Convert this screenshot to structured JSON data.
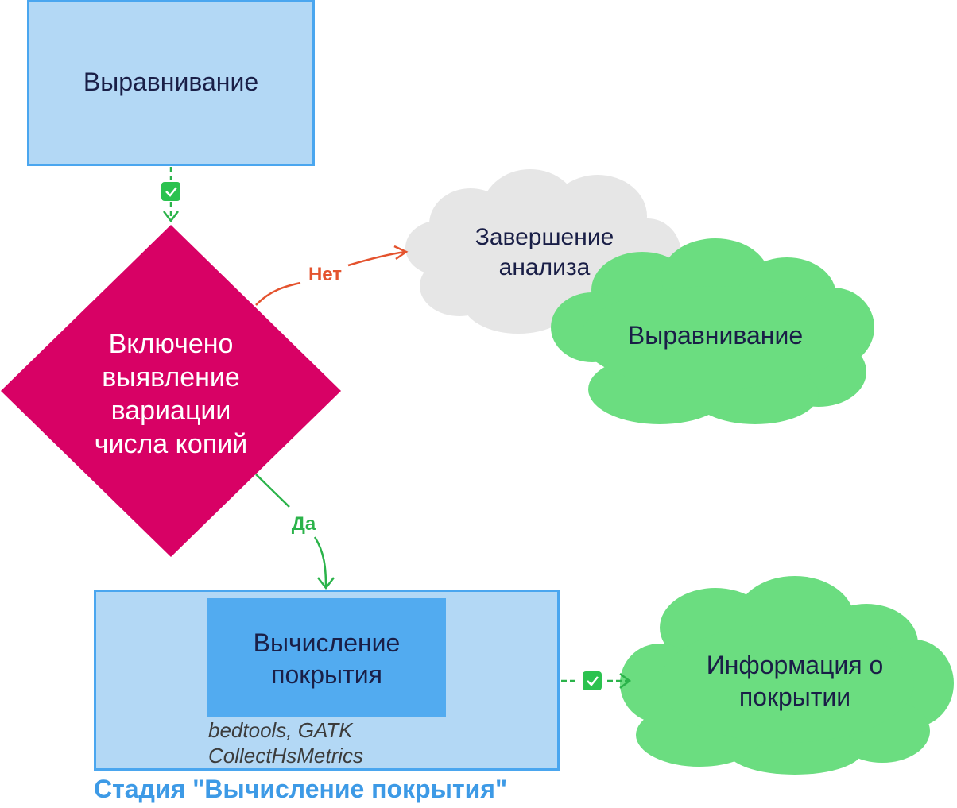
{
  "nodes": {
    "alignment": "Выравнивание",
    "decision": "Включено выявление вариации числа копий",
    "finish": "Завершение анализа",
    "alignment_cloud": "Выравнивание",
    "coverage_calc": "Вычисление покрытия",
    "coverage_tools": "bedtools, GATK CollectHsMetrics",
    "coverage_info": "Информация о покрытии"
  },
  "edges": {
    "no_label": "Нет",
    "yes_label": "Да"
  },
  "stage": {
    "title": "Стадия \"Вычисление покрытия\""
  },
  "colors": {
    "box_fill": "#b3d8f5",
    "box_border": "#4aa6ef",
    "inner_fill": "#52abf0",
    "diamond": "#d80165",
    "cloud_grey": "#e6e6e6",
    "cloud_green": "#6bdd80",
    "edge_green": "#2bb34a",
    "edge_red": "#e4532e",
    "stage_title": "#3d9ae6"
  }
}
